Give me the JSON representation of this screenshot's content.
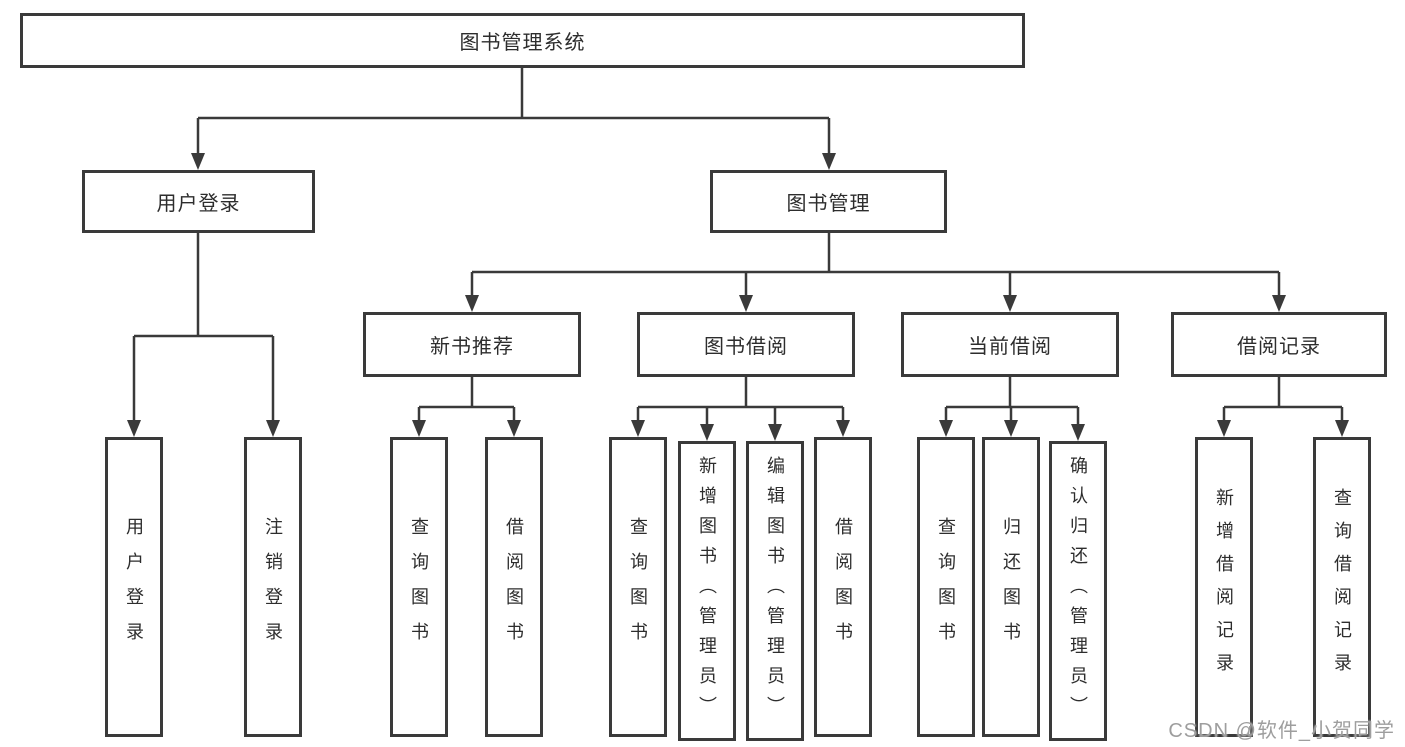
{
  "diagram": {
    "type": "tree",
    "root": {
      "label": "图书管理系统",
      "children": [
        {
          "label": "用户登录",
          "children": [
            {
              "label": "用户登录"
            },
            {
              "label": "注销登录"
            }
          ]
        },
        {
          "label": "图书管理",
          "children": [
            {
              "label": "新书推荐",
              "children": [
                {
                  "label": "查询图书"
                },
                {
                  "label": "借阅图书"
                }
              ]
            },
            {
              "label": "图书借阅",
              "children": [
                {
                  "label": "查询图书"
                },
                {
                  "label": "新增图书（管理员）"
                },
                {
                  "label": "编辑图书（管理员）"
                },
                {
                  "label": "借阅图书"
                }
              ]
            },
            {
              "label": "当前借阅",
              "children": [
                {
                  "label": "查询图书"
                },
                {
                  "label": "归还图书"
                },
                {
                  "label": "确认归还（管理员）"
                }
              ]
            },
            {
              "label": "借阅记录",
              "children": [
                {
                  "label": "新增借阅记录"
                },
                {
                  "label": "查询借阅记录"
                }
              ]
            }
          ]
        }
      ]
    }
  },
  "watermark": {
    "text": "CSDN @软件_小贺同学"
  },
  "colors": {
    "line": "#3a3a3a",
    "node_border": "#3a3a3a",
    "node_text": "#2d2d2d",
    "background": "#ffffff",
    "watermark": "#9e9e9e"
  }
}
